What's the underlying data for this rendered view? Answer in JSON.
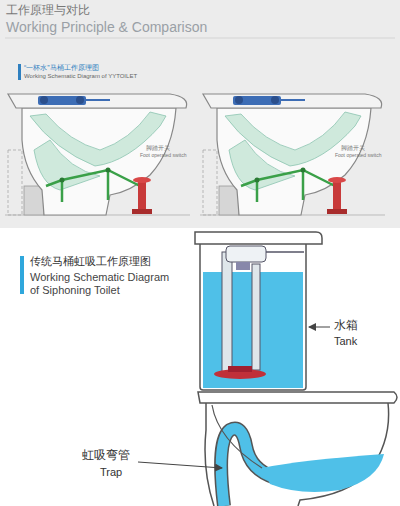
{
  "diagram": {
    "title": "工作原理与对比",
    "labels": [
      "Working Principle & Comparison",
      "“一杯水”马桶工作原理图",
      "Working Schematic Diagram of YYTOILET",
      "脚踏开关",
      "Foot operated switch",
      "脚踏开关",
      "Foot operated switch",
      "传统马桶虹吸工作原理图",
      "Working Schematic Diagram of Siphoning Toilet",
      "水箱",
      "Tank",
      "虹吸弯管",
      "Trap"
    ]
  }
}
